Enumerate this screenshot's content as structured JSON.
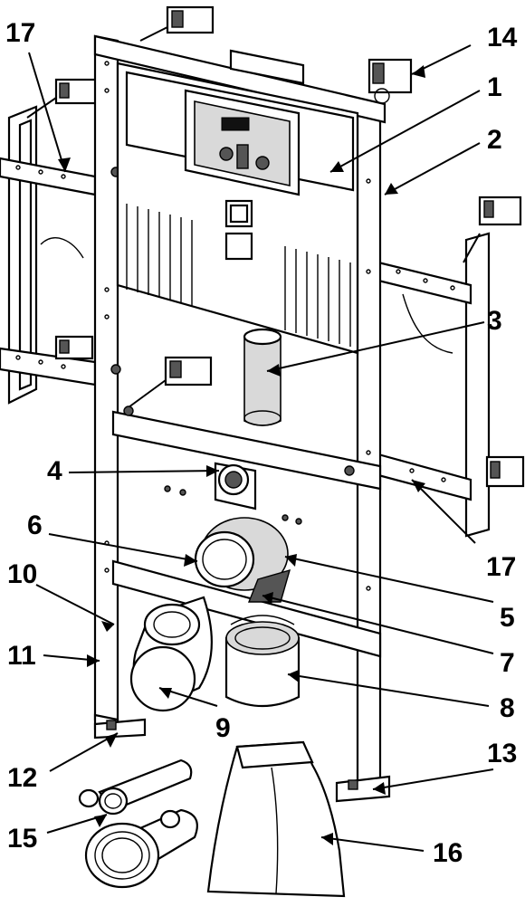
{
  "callouts": {
    "c1": "1",
    "c2": "2",
    "c3": "3",
    "c4": "4",
    "c5": "5",
    "c6": "6",
    "c7": "7",
    "c8": "8",
    "c9": "9",
    "c10": "10",
    "c11": "11",
    "c12": "12",
    "c13": "13",
    "c14": "14",
    "c15": "15",
    "c16": "16",
    "c17a": "17",
    "c17b": "17"
  },
  "colors": {
    "line": "#000000",
    "fill": "#ffffff",
    "shade": "#d9d9d9"
  }
}
